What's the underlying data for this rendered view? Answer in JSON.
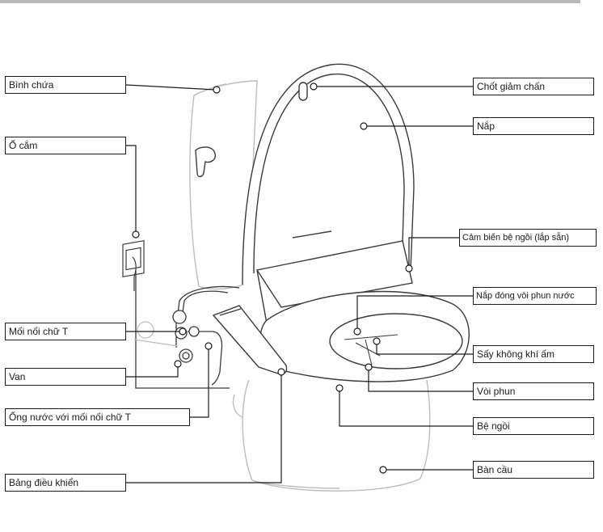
{
  "labels": {
    "reservoir": "Bình chứa",
    "socket": "Ổ cắm",
    "t_joint": "Mối nối chữ T",
    "valve": "Van",
    "hose_t_joint": "Ống nước với mối nối chữ T",
    "control_panel": "Bảng điều khiển",
    "damper_latch": "Chốt giảm chấn",
    "lid": "Nắp",
    "seat_sensor": "Cảm biến bệ ngồi (lắp sẵn)",
    "nozzle_cover": "Nắp đóng vòi phun nước",
    "warm_air_dryer": "Sấy không khí ấm",
    "nozzle": "Vòi phun",
    "seat": "Bệ ngồi",
    "bowl": "Bàn cầu"
  },
  "colors": {
    "line": "#1a1a1a",
    "toilet_outline": "#bdbdbd",
    "seat_outline": "#3a3a3a",
    "top_bar": "#b9b9b9"
  }
}
